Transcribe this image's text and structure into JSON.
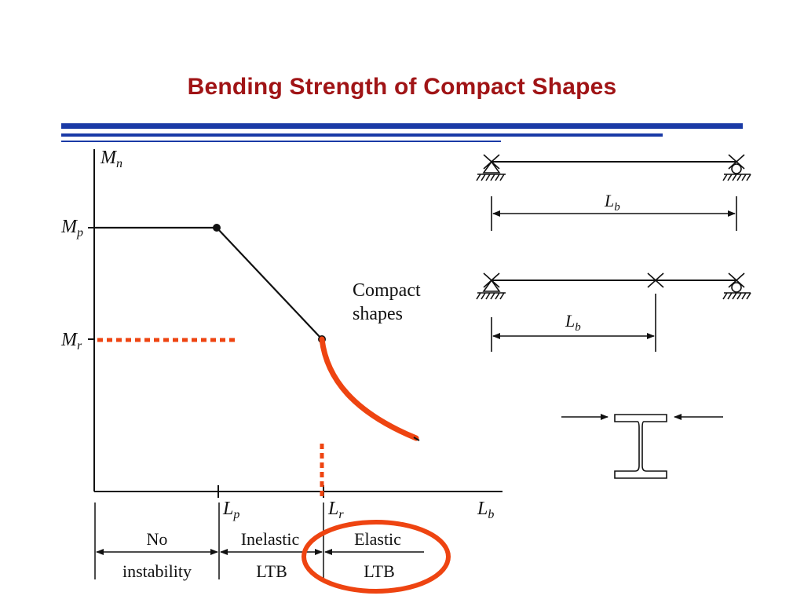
{
  "title": "Bending Strength of Compact Shapes",
  "colors": {
    "title": "#a01416",
    "rule": "#1a3aa6",
    "highlight": "#ee4411",
    "ink": "#111111"
  },
  "axes": {
    "y_label": {
      "main": "M",
      "sub": "n"
    },
    "x_label": {
      "main": "L",
      "sub": "b"
    },
    "y_ticks": [
      {
        "main": "M",
        "sub": "p"
      },
      {
        "main": "M",
        "sub": "r"
      }
    ],
    "x_ticks": [
      {
        "main": "L",
        "sub": "p"
      },
      {
        "main": "L",
        "sub": "r"
      }
    ]
  },
  "curve_label": {
    "line1": "Compact",
    "line2": "shapes"
  },
  "regions": [
    {
      "line1": "No",
      "line2": "instability"
    },
    {
      "line1": "Inelastic",
      "line2": "LTB"
    },
    {
      "line1": "Elastic",
      "line2": "LTB"
    }
  ],
  "beam_sketches": [
    {
      "span_label": {
        "main": "L",
        "sub": "b"
      }
    },
    {
      "span_label": {
        "main": "L",
        "sub": "b"
      }
    }
  ]
}
